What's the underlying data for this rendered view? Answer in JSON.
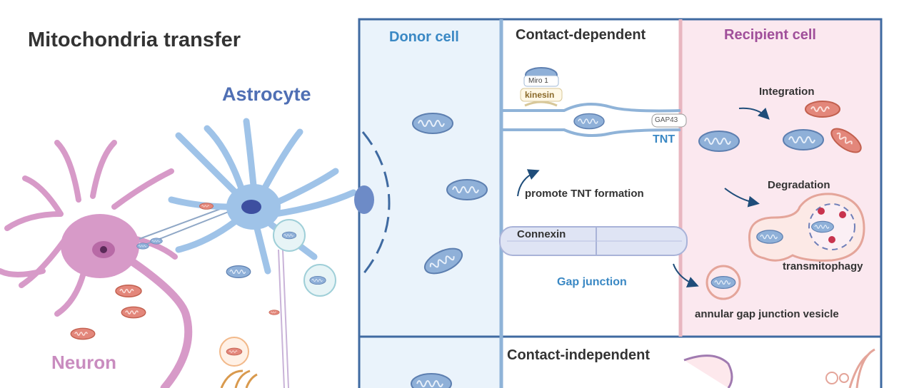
{
  "title": "Mitochondria transfer",
  "cells": {
    "astrocyte": "Astrocyte",
    "neuron": "Neuron"
  },
  "panel": {
    "donor": "Donor cell",
    "contact_dependent": "Contact-dependent",
    "recipient": "Recipient cell",
    "contact_independent": "Contact-independent"
  },
  "labels": {
    "miro": "Miro 1",
    "kinesin": "kinesin",
    "gap43": "GAP43",
    "tnt": "TNT",
    "promote_tnt": "promote TNT formation",
    "connexin": "Connexin",
    "gap_junction": "Gap junction",
    "integration": "Integration",
    "degradation": "Degradation",
    "transmitophagy": "transmitophagy",
    "annular": "annular gap junction vesicle"
  },
  "colors": {
    "donor_bg": "#eaf3fb",
    "recipient_bg": "#fbe8ef",
    "panel_border": "#3f6aa1",
    "mito_blue": "#8fb0d8",
    "mito_red": "#e3877b",
    "neuron": "#d79ac8",
    "astrocyte": "#9fc3e8",
    "title_text": "#333333",
    "astro_text": "#4f6fb4",
    "neuron_text": "#c98cbf",
    "donor_text": "#3a88c4",
    "recip_text": "#a04f9a"
  }
}
